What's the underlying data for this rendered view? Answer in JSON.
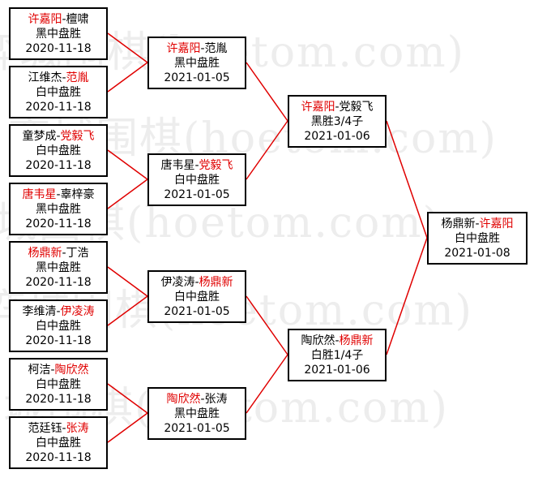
{
  "watermark": "弈城围棋(hoetom.com)",
  "colors": {
    "winner": "#e00000",
    "line": "#e00000",
    "border": "#000000"
  },
  "round1": [
    {
      "p1": "许嘉阳",
      "p2": "檀啸",
      "winner": 1,
      "result": "黑中盘胜",
      "date": "2020-11-18"
    },
    {
      "p1": "江维杰",
      "p2": "范胤",
      "winner": 2,
      "result": "白中盘胜",
      "date": "2020-11-18"
    },
    {
      "p1": "童梦成",
      "p2": "党毅飞",
      "winner": 2,
      "result": "白中盘胜",
      "date": "2020-11-18"
    },
    {
      "p1": "唐韦星",
      "p2": "辜梓豪",
      "winner": 1,
      "result": "黑中盘胜",
      "date": "2020-11-18"
    },
    {
      "p1": "杨鼎新",
      "p2": "丁浩",
      "winner": 1,
      "result": "黑中盘胜",
      "date": "2020-11-18"
    },
    {
      "p1": "李维清",
      "p2": "伊凌涛",
      "winner": 2,
      "result": "白中盘胜",
      "date": "2020-11-18"
    },
    {
      "p1": "柯洁",
      "p2": "陶欣然",
      "winner": 2,
      "result": "白中盘胜",
      "date": "2020-11-18"
    },
    {
      "p1": "范廷钰",
      "p2": "张涛",
      "winner": 2,
      "result": "白中盘胜",
      "date": "2020-11-18"
    }
  ],
  "round2": [
    {
      "p1": "许嘉阳",
      "p2": "范胤",
      "winner": 1,
      "result": "黑中盘胜",
      "date": "2021-01-05"
    },
    {
      "p1": "唐韦星",
      "p2": "党毅飞",
      "winner": 2,
      "result": "白中盘胜",
      "date": "2021-01-05"
    },
    {
      "p1": "伊凌涛",
      "p2": "杨鼎新",
      "winner": 2,
      "result": "白中盘胜",
      "date": "2021-01-05"
    },
    {
      "p1": "陶欣然",
      "p2": "张涛",
      "winner": 1,
      "result": "黑中盘胜",
      "date": "2021-01-05"
    }
  ],
  "round3": [
    {
      "p1": "许嘉阳",
      "p2": "党毅飞",
      "winner": 1,
      "result": "黑胜3/4子",
      "date": "2021-01-06"
    },
    {
      "p1": "陶欣然",
      "p2": "杨鼎新",
      "winner": 2,
      "result": "白胜1/4子",
      "date": "2021-01-06"
    }
  ],
  "final": [
    {
      "p1": "杨鼎新",
      "p2": "许嘉阳",
      "winner": 2,
      "result": "白中盘胜",
      "date": "2021-01-08"
    }
  ]
}
